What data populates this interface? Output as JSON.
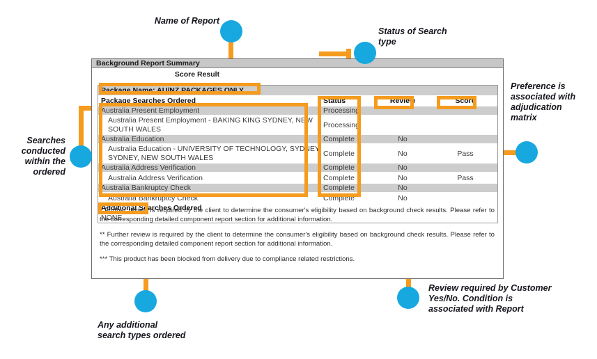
{
  "report": {
    "window_title": "Background Report Summary",
    "score_result_label": "Score Result",
    "package_name": "Package Name: AU/NZ PACKAGES ONLY",
    "columns": {
      "name": "Package Searches Ordered",
      "status": "Status",
      "review": "Review",
      "score": "Score"
    },
    "rows": [
      {
        "name": "Australia Present Employment",
        "status": "Processing",
        "review": "",
        "score": "",
        "type": "category"
      },
      {
        "name": "Australia Present Employment - BAKING KING SYDNEY, NEW SOUTH WALES",
        "status": "Processing",
        "review": "",
        "score": "",
        "type": "detail-2line"
      },
      {
        "name": "Australia Education",
        "status": "Complete",
        "review": "No",
        "score": "",
        "type": "category"
      },
      {
        "name": "Australia Education - UNIVERSITY OF TECHNOLOGY, SYDNEY SYDNEY, NEW SOUTH WALES",
        "status": "Complete",
        "review": "No",
        "score": "Pass",
        "type": "detail-2line"
      },
      {
        "name": "Australia Address Verification",
        "status": "Complete",
        "review": "No",
        "score": "",
        "type": "category"
      },
      {
        "name": "Australia Address Verification",
        "status": "Complete",
        "review": "No",
        "score": "Pass",
        "type": "detail"
      },
      {
        "name": "Australia Bankruptcy Check",
        "status": "Complete",
        "review": "No",
        "score": "",
        "type": "category"
      },
      {
        "name": "Australia Bankruptcy Check",
        "status": "Complete",
        "review": "No",
        "score": "",
        "type": "detail"
      }
    ],
    "additional_searches_header": "Additional Searches Ordered",
    "additional_searches_value": "NONE",
    "notes": [
      "* Further review is required by the client to determine the consumer's eligibility based on background check results. Please refer to the corresponding detailed component report section for additional information.",
      "** Further review is required by the client to determine the consumer's eligibility based on background check results. Please refer to the corresponding detailed component report section for additional information.",
      "*** This product has been blocked from delivery due to compliance related restrictions."
    ]
  },
  "annotations": {
    "name_of_report": "Name of Report",
    "status_of_search": "Status of Search\ntype",
    "preference_matrix": "Preference is\nassociated with\nadjudication\nmatrix",
    "searches_conducted": "Searches\nconducted\nwithin the\nordered",
    "additional_search_types": "Any additional\nsearch types ordered",
    "review_required": "Review required by Customer\nYes/No. Condition is\nassociated with Report"
  },
  "colors": {
    "callout_dot": "#17a8e0",
    "callout_line": "#f59b1e",
    "row_gray": "#cdcdcd",
    "header_gray": "#c7c7c7"
  }
}
